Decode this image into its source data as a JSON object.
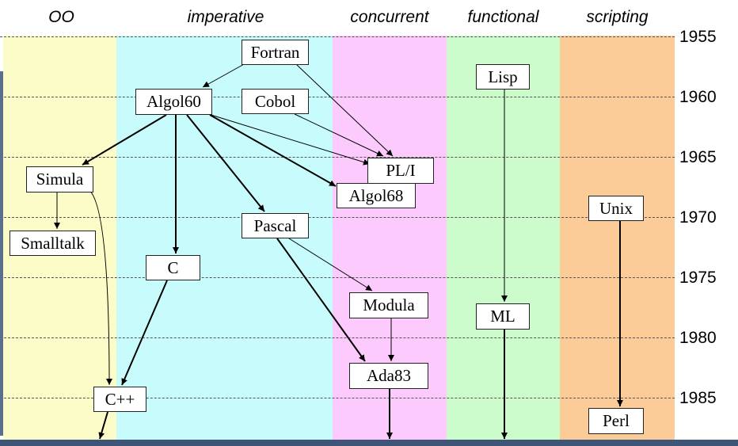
{
  "colors": {
    "oo": "#fcfcc8",
    "imperative": "#c8fcfc",
    "concurrent": "#fccafc",
    "functional": "#ccfccc",
    "scripting": "#fccc98",
    "frame": "#3f5577"
  },
  "columns": {
    "oo": "OO",
    "imperative": "imperative",
    "concurrent": "concurrent",
    "functional": "functional",
    "scripting": "scripting"
  },
  "years": [
    "1955",
    "1960",
    "1965",
    "1970",
    "1975",
    "1980",
    "1985"
  ],
  "languages": {
    "fortran": "Fortran",
    "algol60": "Algol60",
    "cobol": "Cobol",
    "lisp": "Lisp",
    "simula": "Simula",
    "pli": "PL/I",
    "algol68": "Algol68",
    "unix": "Unix",
    "smalltalk": "Smalltalk",
    "pascal": "Pascal",
    "c": "C",
    "modula": "Modula",
    "ml": "ML",
    "ada83": "Ada83",
    "cpp": "C++",
    "perl": "Perl"
  },
  "edges": [
    [
      "fortran",
      "algol60"
    ],
    [
      "fortran",
      "pli"
    ],
    [
      "cobol",
      "pli"
    ],
    [
      "algol60",
      "simula"
    ],
    [
      "algol60",
      "pli"
    ],
    [
      "algol60",
      "algol68"
    ],
    [
      "algol60",
      "pascal"
    ],
    [
      "algol60",
      "c"
    ],
    [
      "simula",
      "smalltalk"
    ],
    [
      "simula",
      "cpp"
    ],
    [
      "c",
      "cpp"
    ],
    [
      "pascal",
      "modula"
    ],
    [
      "pascal",
      "ada83"
    ],
    [
      "modula",
      "ada83"
    ],
    [
      "lisp",
      "ml"
    ],
    [
      "unix",
      "perl"
    ]
  ],
  "continuing": [
    "cpp",
    "ada83",
    "ml"
  ]
}
